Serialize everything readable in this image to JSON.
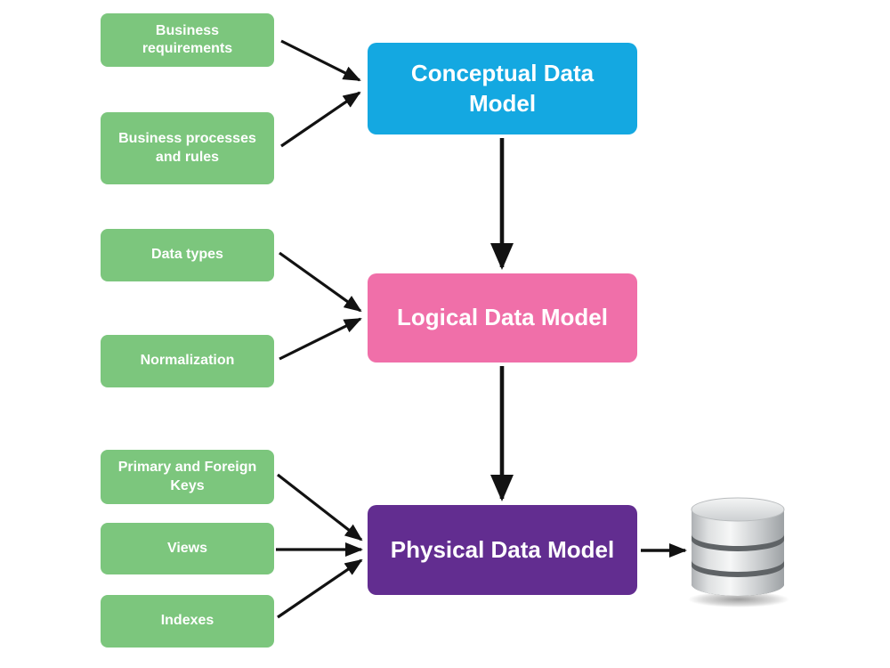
{
  "diagram": {
    "background": "#ffffff",
    "text_color": "#ffffff",
    "arrow_color": "#121212",
    "input_box_color": "#7cc67d",
    "stages": [
      {
        "label": "Conceptual Data Model",
        "color": "#14a8e1"
      },
      {
        "label": "Logical Data Model",
        "color": "#f06fa9"
      },
      {
        "label": "Physical Data Model",
        "color": "#622d90"
      }
    ],
    "inputs": [
      {
        "label": "Business requirements",
        "target": "Conceptual Data Model"
      },
      {
        "label": "Business processes and rules",
        "target": "Conceptual Data Model"
      },
      {
        "label": "Data types",
        "target": "Logical Data Model"
      },
      {
        "label": "Normalization",
        "target": "Logical Data Model"
      },
      {
        "label": "Primary and Foreign Keys",
        "target": "Physical Data Model"
      },
      {
        "label": "Views",
        "target": "Physical Data Model"
      },
      {
        "label": "Indexes",
        "target": "Physical Data Model"
      }
    ],
    "output": {
      "icon": "database-icon"
    },
    "connections": [
      {
        "from": "Business requirements",
        "to": "Conceptual Data Model"
      },
      {
        "from": "Business processes and rules",
        "to": "Conceptual Data Model"
      },
      {
        "from": "Conceptual Data Model",
        "to": "Logical Data Model"
      },
      {
        "from": "Data types",
        "to": "Logical Data Model"
      },
      {
        "from": "Normalization",
        "to": "Logical Data Model"
      },
      {
        "from": "Logical Data Model",
        "to": "Physical Data Model"
      },
      {
        "from": "Primary and Foreign Keys",
        "to": "Physical Data Model"
      },
      {
        "from": "Views",
        "to": "Physical Data Model"
      },
      {
        "from": "Indexes",
        "to": "Physical Data Model"
      },
      {
        "from": "Physical Data Model",
        "to": "database"
      }
    ]
  }
}
